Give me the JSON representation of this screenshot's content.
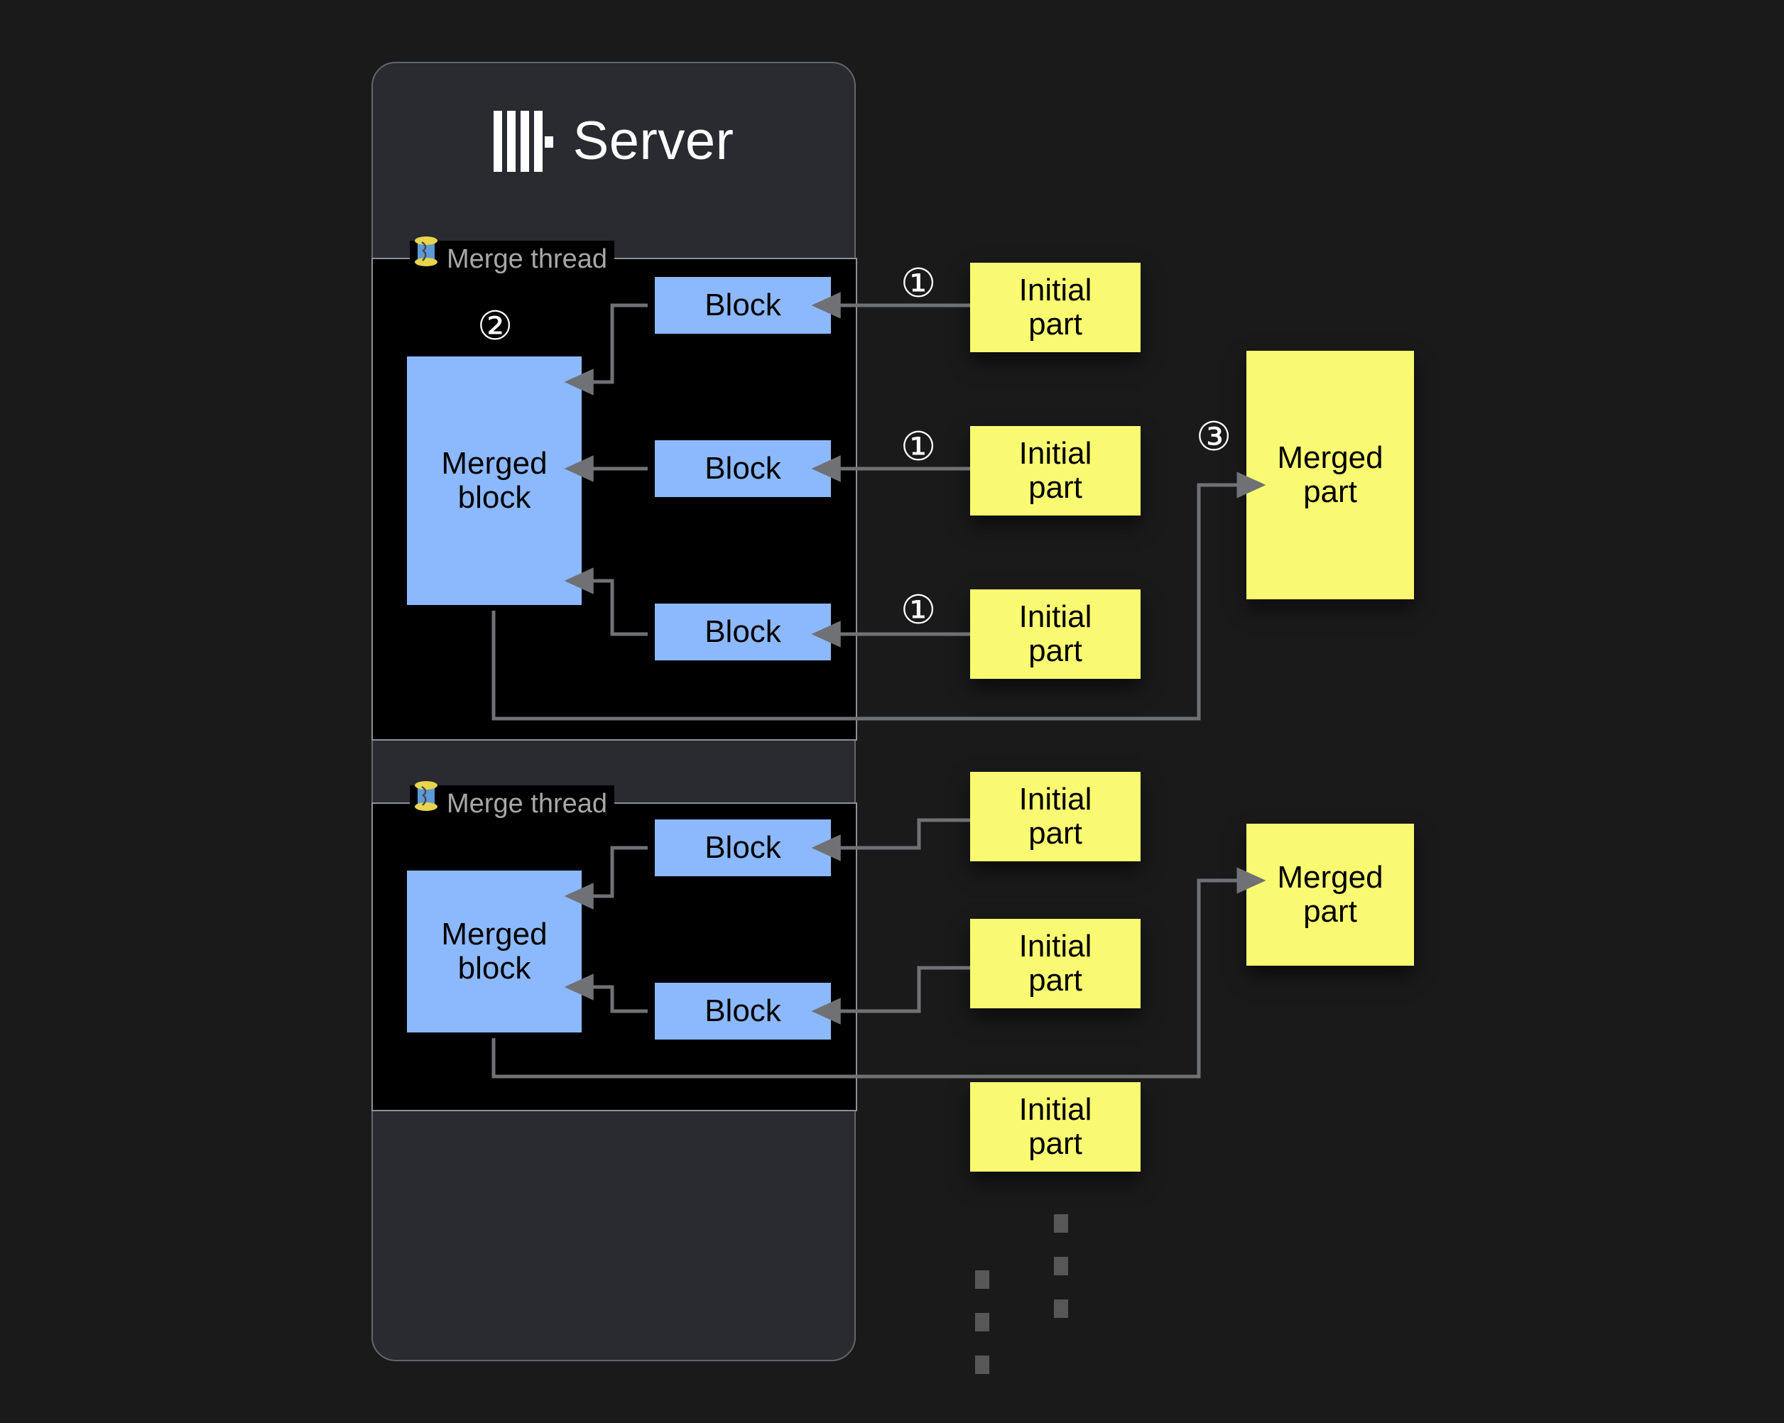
{
  "page": {
    "background": "#1a1a1a"
  },
  "server": {
    "title": "Server",
    "logo_icon": "clickhouse-logo-icon",
    "background": "#292b31",
    "border_color": "#63666c",
    "ellipsis_icon": "vertical-ellipsis-icon"
  },
  "colors": {
    "block_fill": "#8cb9fd",
    "part_fill": "#fafa72",
    "group_fill": "#000000",
    "group_border": "#8d9096",
    "wire": "#6f7175",
    "label_text": "#a7a7a7",
    "marker_text": "#ffffff"
  },
  "merge_threads": [
    {
      "label": "Merge thread",
      "icon": "thread-spool-icon",
      "merged_block": {
        "label": "Merged\nblock",
        "line1": "Merged",
        "line2": "block"
      },
      "blocks": [
        {
          "label": "Block"
        },
        {
          "label": "Block"
        },
        {
          "label": "Block"
        }
      ],
      "step_markers": [
        {
          "label": "②",
          "for": "merged-block"
        }
      ]
    },
    {
      "label": "Merge thread",
      "icon": "thread-spool-icon",
      "merged_block": {
        "label": "Merged\nblock",
        "line1": "Merged",
        "line2": "block"
      },
      "blocks": [
        {
          "label": "Block"
        },
        {
          "label": "Block"
        }
      ],
      "step_markers": []
    }
  ],
  "initial_parts": [
    {
      "line1": "Initial",
      "line2": "part",
      "marker": "①",
      "group": 1
    },
    {
      "line1": "Initial",
      "line2": "part",
      "marker": "①",
      "group": 1
    },
    {
      "line1": "Initial",
      "line2": "part",
      "marker": "①",
      "group": 1
    },
    {
      "line1": "Initial",
      "line2": "part",
      "marker": "",
      "group": 2
    },
    {
      "line1": "Initial",
      "line2": "part",
      "marker": "",
      "group": 2
    },
    {
      "line1": "Initial",
      "line2": "part",
      "marker": "",
      "group": 2
    }
  ],
  "merged_parts": [
    {
      "line1": "Merged",
      "line2": "part",
      "marker": "③"
    },
    {
      "line1": "Merged",
      "line2": "part",
      "marker": ""
    }
  ],
  "step_markers": {
    "one": "①",
    "two": "②",
    "three": "③"
  },
  "outside_ellipsis_icon": "vertical-ellipsis-icon"
}
